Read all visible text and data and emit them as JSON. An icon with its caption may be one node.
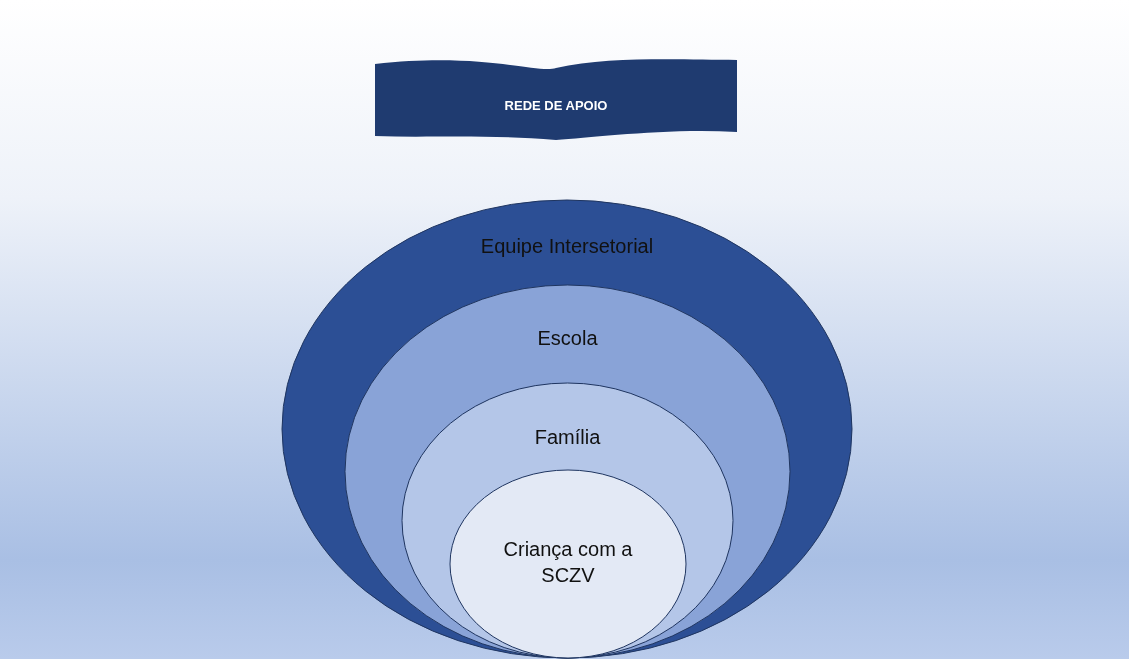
{
  "diagram": {
    "nodes": [
      {
        "text": [
          "REDE DE APOIO"
        ]
      },
      {
        "text": [
          "Equipe Intersetorial"
        ]
      },
      {
        "text": [
          "Escola"
        ],
        "in": 1
      },
      {
        "text": [
          "Família"
        ],
        "in": 2
      },
      {
        "text": [
          "Criança com a SCZV"
        ],
        "in": 3
      }
    ]
  }
}
